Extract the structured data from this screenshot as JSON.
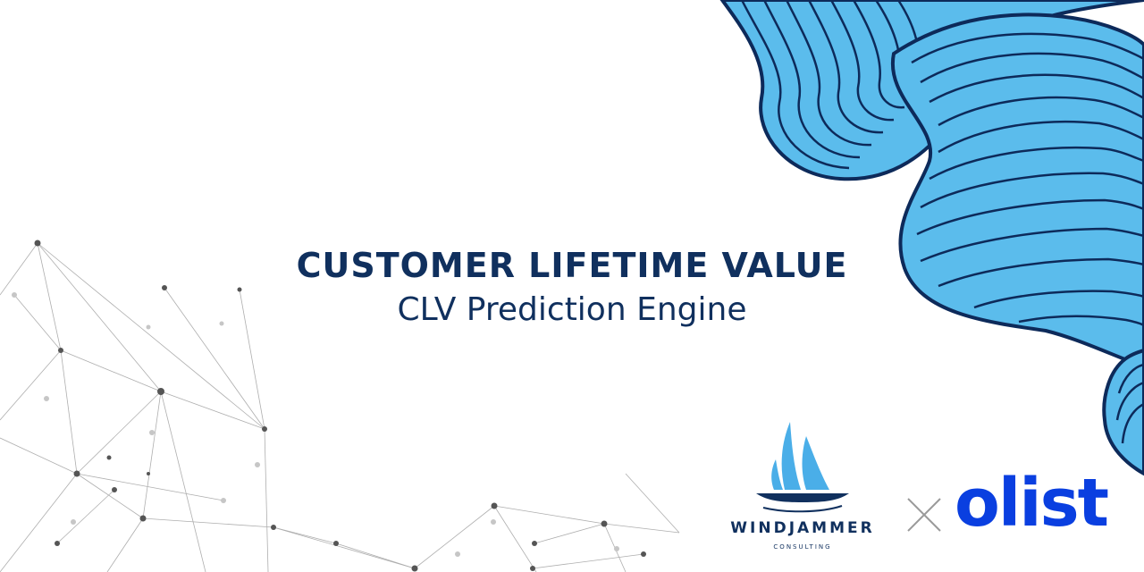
{
  "slide": {
    "title": "CUSTOMER LIFETIME VALUE",
    "subtitle": "CLV Prediction Engine"
  },
  "logos": {
    "partner": {
      "name": "WINDJAMMER",
      "tagline": "CONSULTING",
      "color": "#10305e",
      "accent": "#4aaee8"
    },
    "separator_icon": "times-icon",
    "client": {
      "name": "olist",
      "color": "#0a3fe0"
    }
  },
  "decor": {
    "wave_fill": "#5bbcec",
    "wave_stroke": "#0d2a5a",
    "network_color": "#555555",
    "wave_icon": "wave-pattern",
    "network_icon": "network-graph"
  }
}
